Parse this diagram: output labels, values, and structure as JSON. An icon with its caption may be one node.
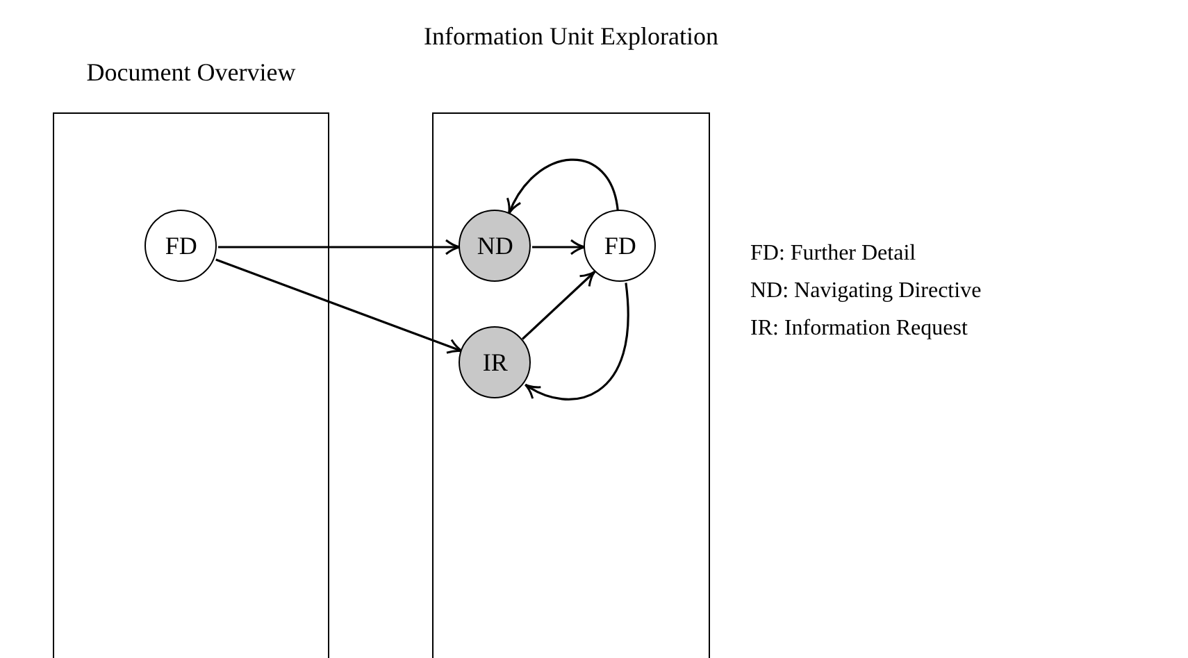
{
  "diagram": {
    "nodes": [
      {
        "text": [
          "Document Overview"
        ]
      },
      {
        "text": [
          "Information Unit Exploration"
        ]
      },
      {
        "text": [
          "FD"
        ],
        "in": 0
      },
      {
        "text": [
          "ND"
        ],
        "in": 1
      },
      {
        "text": [
          "FD"
        ],
        "in": 1
      },
      {
        "text": [
          "IR"
        ],
        "in": 1
      }
    ],
    "edges": [
      {
        "from": 2,
        "to": 3,
        "arrow": "to"
      },
      {
        "from": 2,
        "to": 5,
        "arrow": "to"
      },
      {
        "from": 3,
        "to": 4,
        "arrow": "to"
      },
      {
        "from": 5,
        "to": 4,
        "arrow": "to"
      },
      {
        "from": 4,
        "to": 3,
        "arrow": "to"
      },
      {
        "from": 4,
        "to": 5,
        "arrow": "to"
      }
    ],
    "labels": [
      "FD: Further Detail",
      "ND: Navigating Directive",
      "IR: Information Request"
    ]
  }
}
